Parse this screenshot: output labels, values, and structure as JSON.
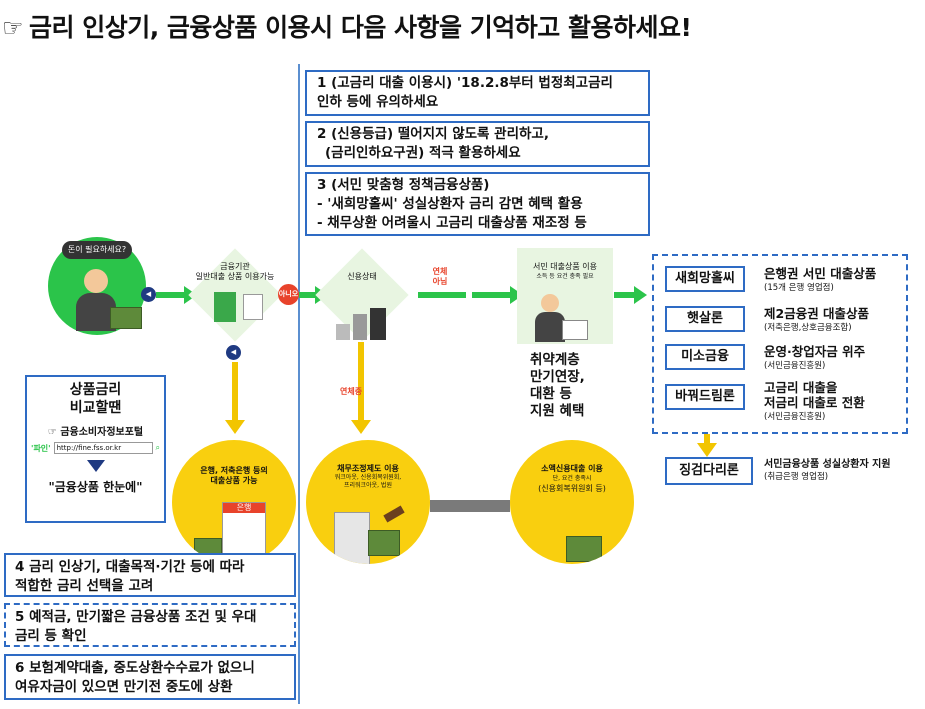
{
  "title": {
    "icon": "pointing-hand-icon",
    "text": "금리 인상기, 금융상품 이용시 다음 사항을 기억하고 활용하세요!"
  },
  "top_boxes": [
    {
      "line1": "1 (고금리 대출 이용시) '18.2.8부터 법정최고금리",
      "line2": "인하 등에 유의하세요"
    },
    {
      "line1": "2 (신용등급) 떨어지지 않도록 관리하고,",
      "line2": "(금리인하요구권) 적극 활용하세요"
    },
    {
      "line1": "3 (서민 맞춤형 정책금융상품)",
      "line2": "- '새희망홀씨' 성실상환자 금리 감면 혜택 활용",
      "line3": "- 채무상환 어려울시 고금리 대출상품 재조정 등"
    }
  ],
  "flow": {
    "person_bubble": "돈이 필요하세요?",
    "step1": {
      "line1": "금융기관",
      "line2": "일반대출 상품 이용가능"
    },
    "no_badge": "아니오",
    "step2": "신용상태",
    "overdue_no": {
      "line1": "연체",
      "line2": "아님"
    },
    "step3": {
      "line1": "서민 대출상품 이용",
      "line2": "소득 등 요건 충족 필요"
    },
    "support": {
      "line1": "취약계층",
      "line2": "만기연장,",
      "line3": "대환 등",
      "line4": "지원 혜택"
    },
    "overdue": "연체중",
    "bottom1": {
      "line1": "은행, 저축은행 등의",
      "line2": "대출상품 가능"
    },
    "bank_sign": "은행",
    "bottom2": {
      "line1": "채무조정제도 이용",
      "line2": "워크아웃, 신용회복위원회,",
      "line3": "프리워크아웃, 법원"
    },
    "bottom3": {
      "line1": "소액신용대출 이용",
      "line2": "단, 요건 충족시",
      "line3": "(신용회복위원회 등)"
    }
  },
  "compare_box": {
    "title1": "상품금리",
    "title2": "비교할땐",
    "portal": "☞ 금융소비자정보포털",
    "portal_name": "'파인'",
    "url": "http://fine.fss.or.kr",
    "result": "\"금융상품 한눈에\""
  },
  "bottom_boxes": [
    {
      "line1": "4 금리 인상기, 대출목적·기간 등에 따라",
      "line2": "적합한 금리 선택을 고려"
    },
    {
      "line1": "5 예적금, 만기짧은 금융상품 조건 및 우대",
      "line2": "금리 등 확인"
    },
    {
      "line1": "6 보험계약대출, 중도상환수수료가 없으니",
      "line2": "여유자금이 있으면 만기전 중도에 상환"
    }
  ],
  "products": [
    {
      "name": "새희망홀씨",
      "desc": "은행권 서민 대출상품",
      "sub": "(15개 은행 영업점)"
    },
    {
      "name": "햇살론",
      "desc": "제2금융권 대출상품",
      "sub": "(저축은행,상호금융조합)"
    },
    {
      "name": "미소금융",
      "desc": "운영·창업자금 위주",
      "sub": "(서민금융진흥원)"
    },
    {
      "name": "바꿔드림론",
      "desc": "고금리 대출을",
      "desc2": "저금리 대출로 전환",
      "sub": "(서민금융진흥원)"
    }
  ],
  "extra_product": {
    "name": "징검다리론",
    "desc": "서민금융상품 성실상환자 지원",
    "sub": "(취급은행 영업점)"
  },
  "colors": {
    "green": "#2bc44a",
    "yellow": "#f2c500",
    "blue": "#2e6bc4",
    "red": "#e8432b"
  }
}
